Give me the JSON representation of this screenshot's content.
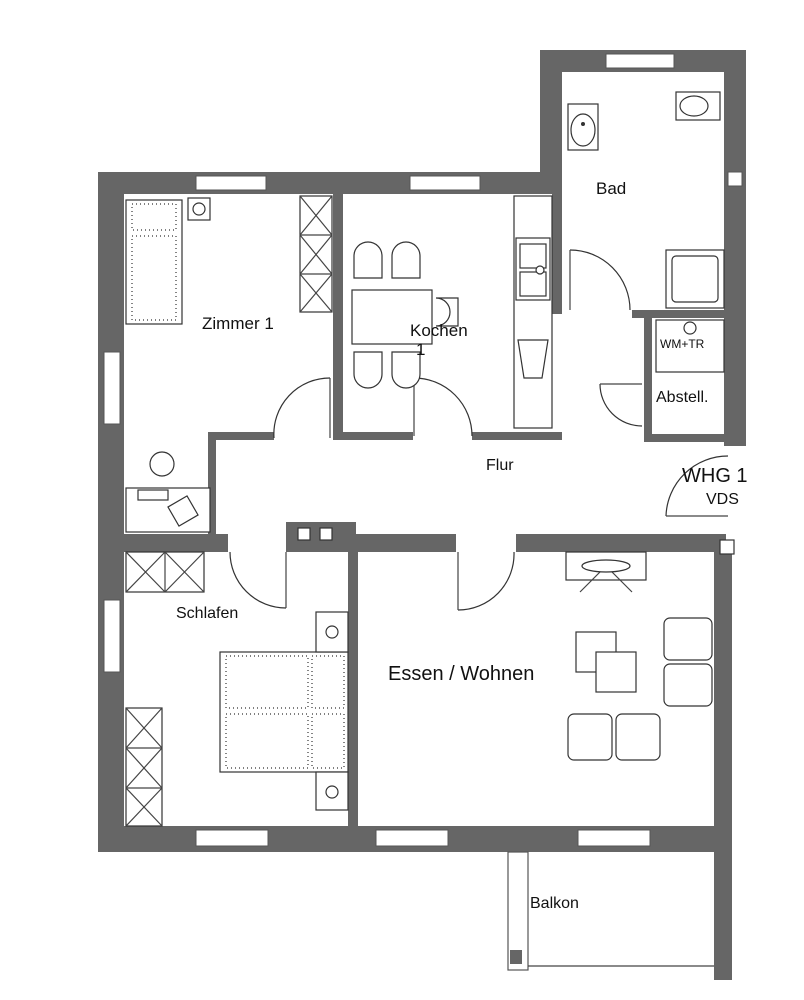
{
  "floor_plan": {
    "rooms": {
      "zimmer1": "Zimmer 1",
      "kochen": "Kochen",
      "kochen_mark": "1",
      "bad": "Bad",
      "wm_tr": "WM+TR",
      "abstell": "Abstell.",
      "flur": "Flur",
      "whg": "WHG 1",
      "vds": "VDS",
      "schlafen": "Schlafen",
      "essen_wohnen": "Essen / Wohnen",
      "balkon": "Balkon"
    },
    "colors": {
      "wall": "#666666",
      "line": "#333333",
      "background": "#ffffff"
    }
  }
}
